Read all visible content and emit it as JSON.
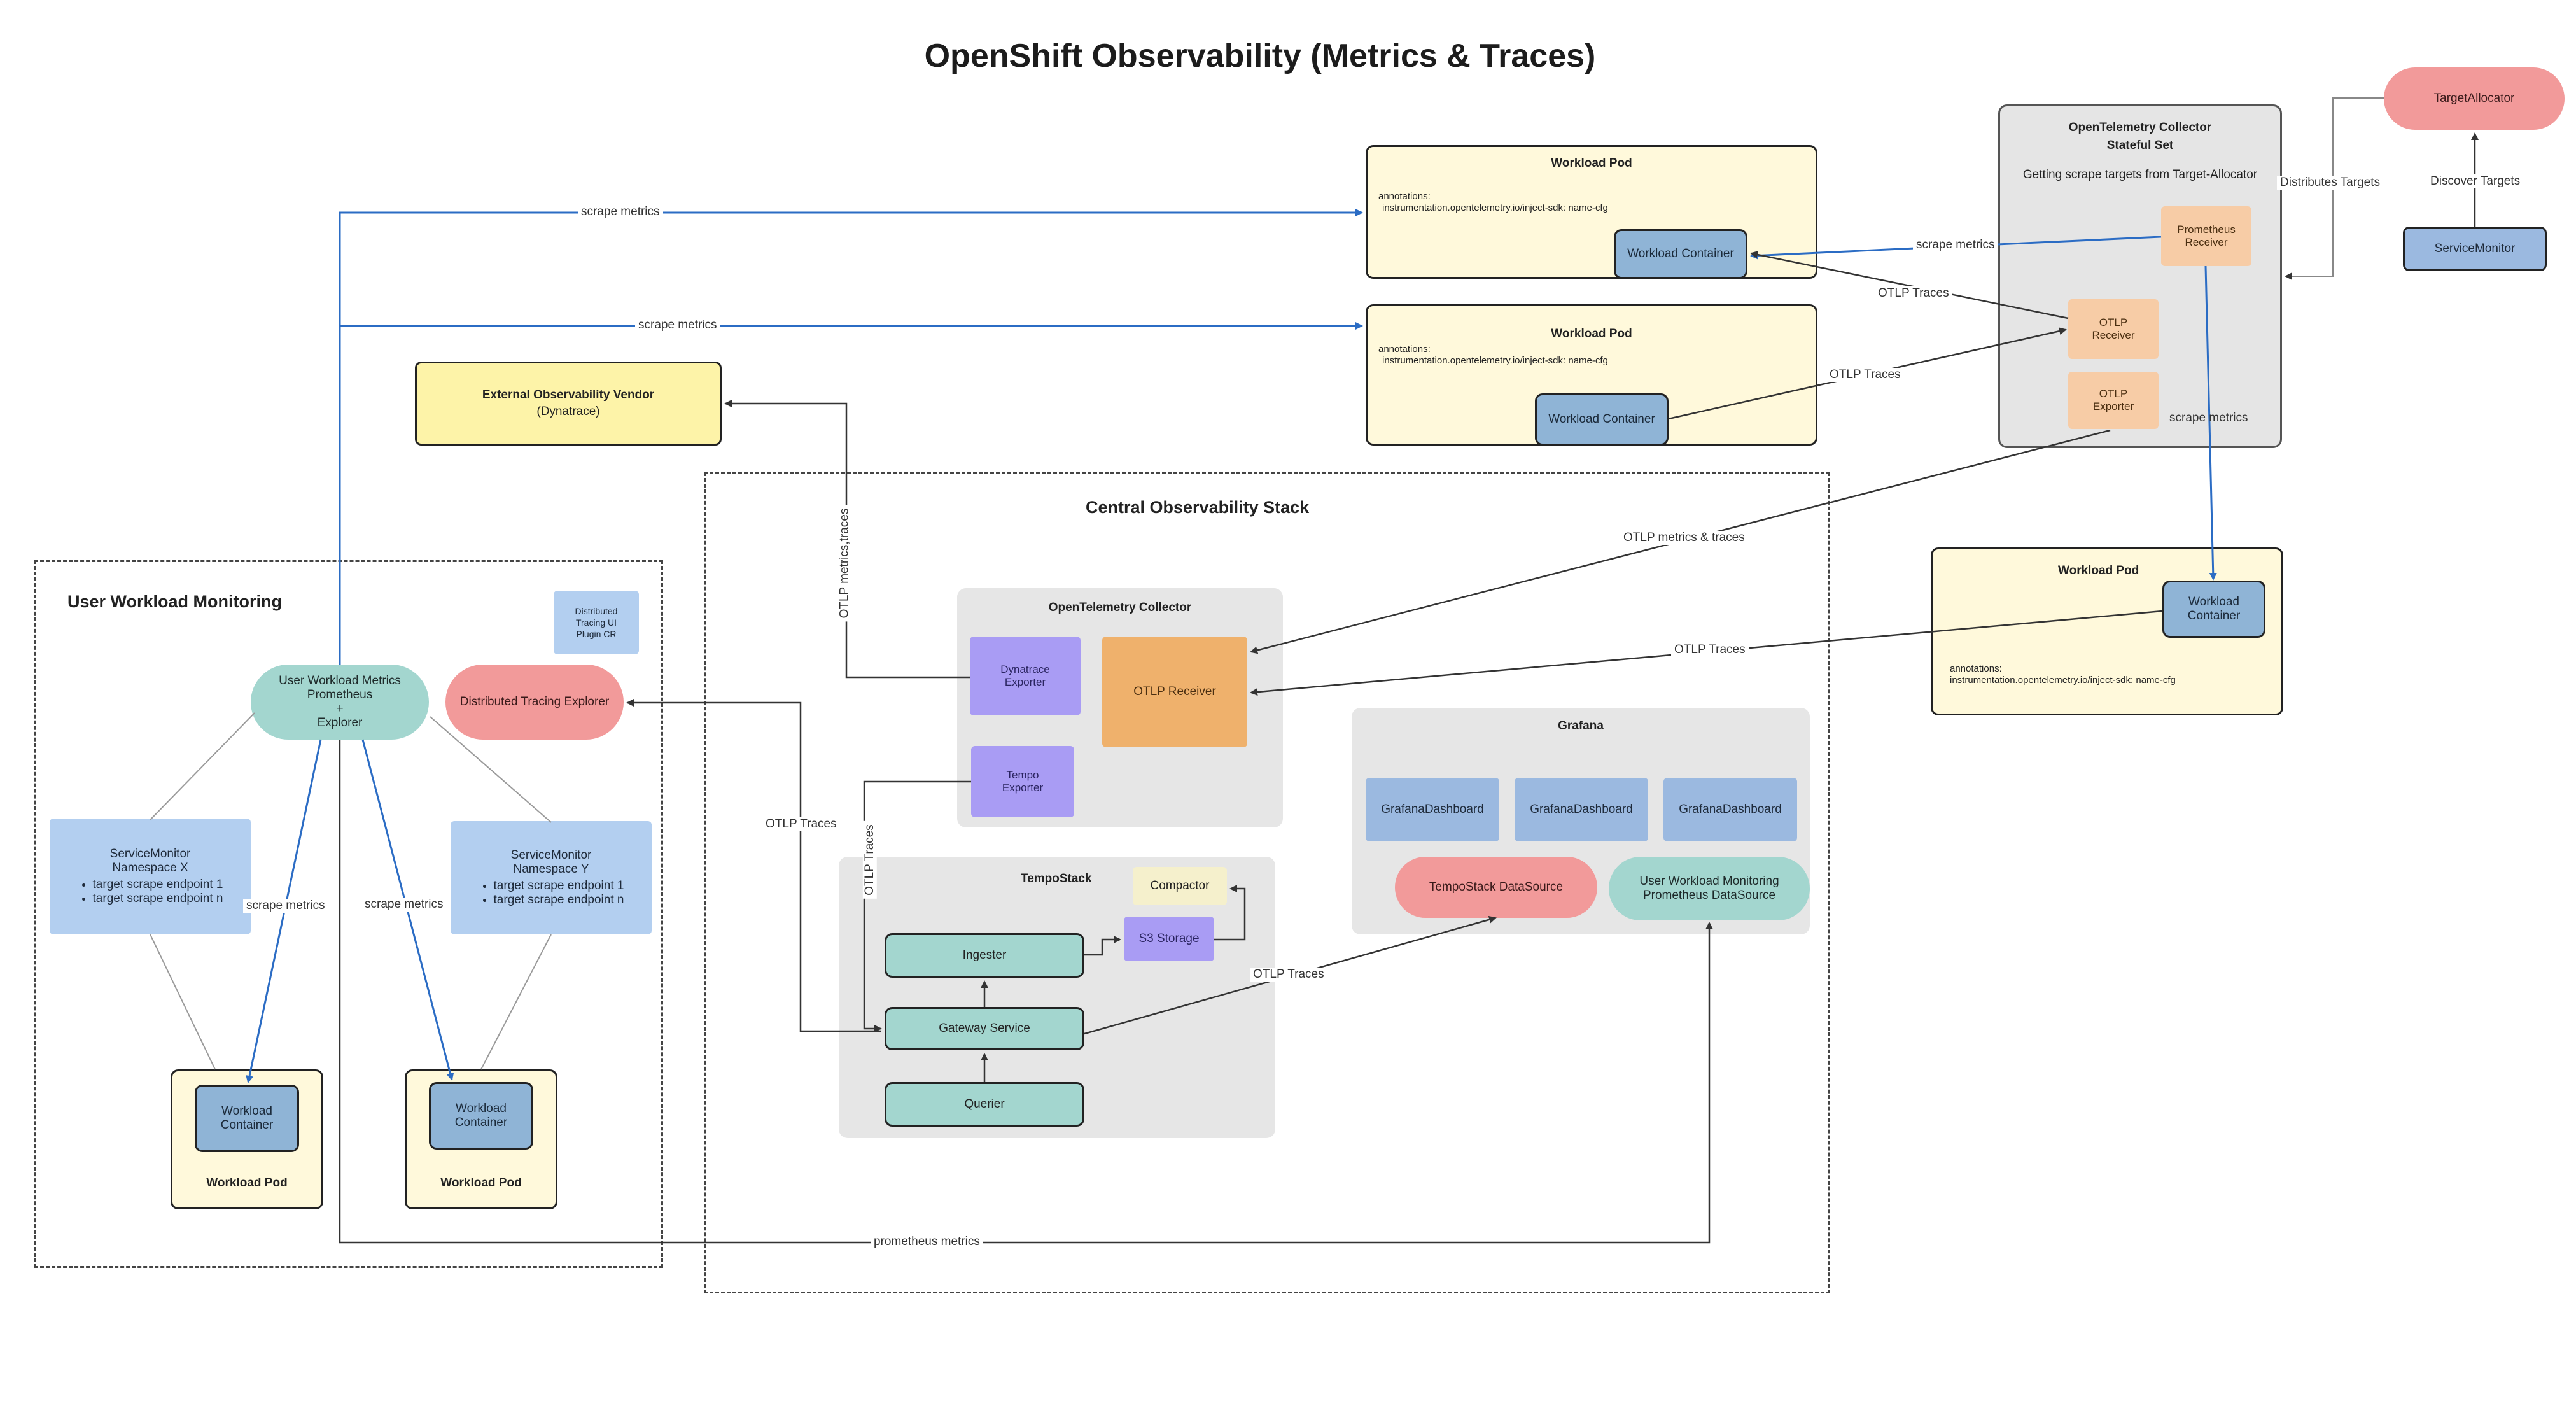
{
  "title": "OpenShift Observability (Metrics & Traces)",
  "groups": {
    "uwm": "User Workload Monitoring",
    "central": "Central Observability Stack",
    "otel": "OpenTelemetry Collector",
    "tempo": "TempoStack",
    "grafana": "Grafana",
    "otel_ss_line1": "OpenTelemetry Collector",
    "otel_ss_line2": "Stateful Set",
    "otel_ss_desc": "Getting scrape targets from Target-Allocator"
  },
  "workload_pods": {
    "title": "Workload Pod",
    "container": "Workload Container",
    "container_l1": "Workload",
    "container_l2": "Container",
    "annotations": "annotations:",
    "annotation_value": "instrumentation.opentelemetry.io/inject-sdk: name-cfg",
    "annotation_inline": "instrumentation.opentelemetry.io/inject-sdk: name-cfg"
  },
  "nodes": {
    "external_vendor": "External Observability Vendor",
    "external_vendor_sub": "(Dynatrace)",
    "plugin_l1": "Distributed",
    "plugin_l2": "Tracing UI",
    "plugin_l3": "Plugin CR",
    "uwm_prom_l1": "User Workload Metrics",
    "uwm_prom_l2": "Prometheus",
    "uwm_prom_l3": "+",
    "uwm_prom_l4": "Explorer",
    "tracing_explorer": "Distributed Tracing Explorer",
    "sm_x_l1": "ServiceMonitor",
    "sm_x_l2": "Namespace X",
    "sm_y_l1": "ServiceMonitor",
    "sm_y_l2": "Namespace Y",
    "endpoint_1": "target scrape endpoint 1",
    "endpoint_n": "target scrape endpoint n",
    "dynatrace_exp_l1": "Dynatrace",
    "dynatrace_exp_l2": "Exporter",
    "otlp_receiver": "OTLP Receiver",
    "tempo_exp_l1": "Tempo",
    "tempo_exp_l2": "Exporter",
    "compactor": "Compactor",
    "s3": "S3 Storage",
    "ingester": "Ingester",
    "gateway": "Gateway Service",
    "querier": "Querier",
    "grafana_dashboard": "GrafanaDashboard",
    "tempo_ds": "TempoStack DataSource",
    "uwm_ds_l1": "User Workload Monitoring",
    "uwm_ds_l2": "Prometheus DataSource",
    "prom_recv_l1": "Prometheus",
    "prom_recv_l2": "Receiver",
    "otlp_recv_l1": "OTLP",
    "otlp_recv_l2": "Receiver",
    "otlp_exp_l1": "OTLP",
    "otlp_exp_l2": "Exporter",
    "target_allocator": "TargetAllocator",
    "service_monitor": "ServiceMonitor"
  },
  "edges": {
    "scrape_metrics": "scrape metrics",
    "otlp_traces": "OTLP Traces",
    "otlp_metrics_traces": "OTLP metrics & traces",
    "otlp_metrics_traces_v": "OTLP metrics,traces",
    "distributes_targets": "Distributes Targets",
    "discover_targets": "Discover Targets",
    "prometheus_metrics": "prometheus metrics"
  },
  "colors": {
    "edge_blue": "#2b6cc4",
    "edge_dark": "#333333",
    "edge_grey": "#9a9a9a"
  }
}
